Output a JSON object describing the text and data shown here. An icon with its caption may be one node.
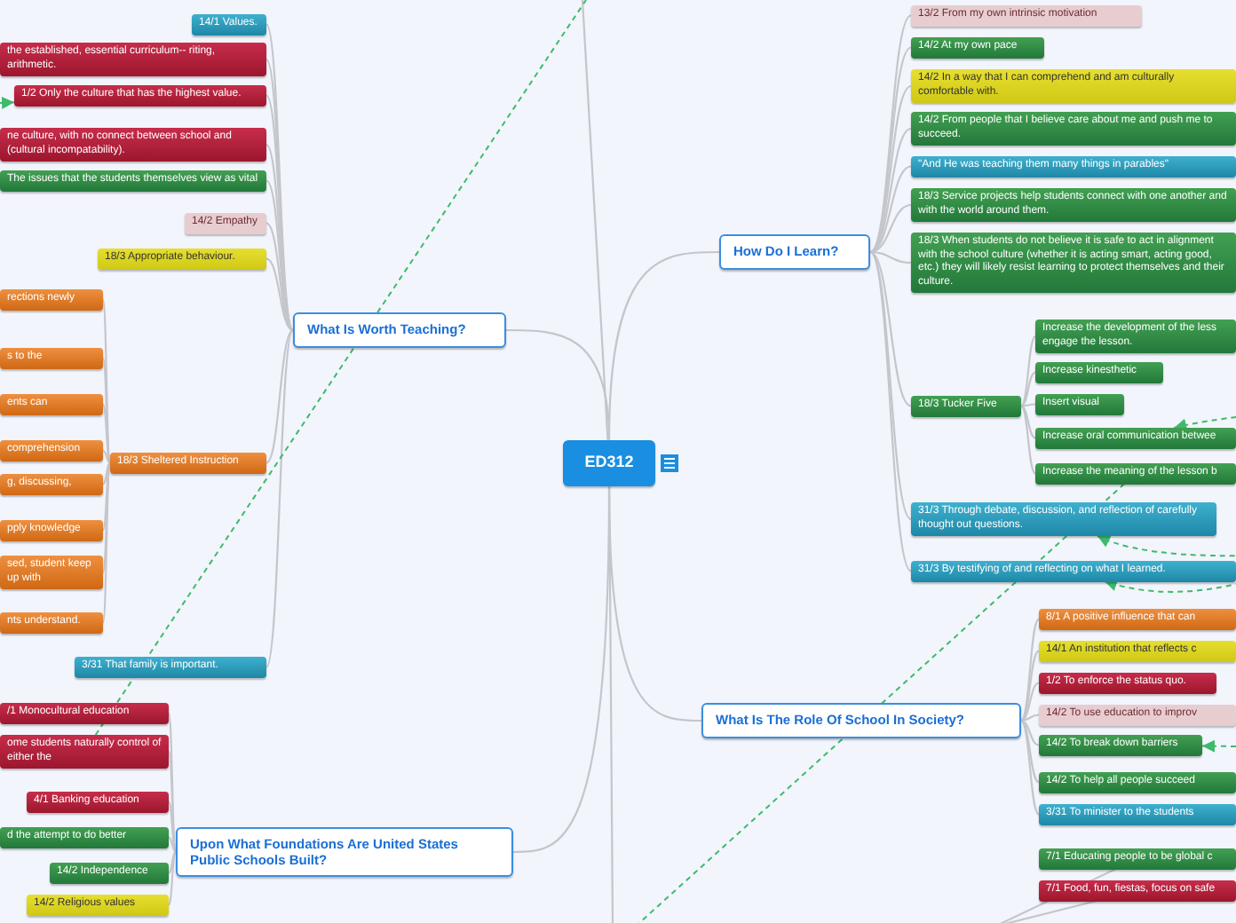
{
  "diagram": {
    "nodes": [
      {
        "text": [
          "ED312"
        ]
      },
      {
        "text": [
          "What Is Worth Teaching?"
        ]
      },
      {
        "text": [
          "How Do I Learn?"
        ]
      },
      {
        "text": [
          "What Is The Role Of School In Society?"
        ]
      },
      {
        "text": [
          "Upon What Foundations Are United States Public Schools Built?"
        ]
      },
      {
        "text": [
          "14/1 Values."
        ]
      },
      {
        "text": [
          "the established, essential curriculum-- riting, arithmetic."
        ]
      },
      {
        "text": [
          "1/2 Only the culture that has the highest value."
        ]
      },
      {
        "text": [
          "ne culture, with no connect between school and (cultural incompatability)."
        ]
      },
      {
        "text": [
          "The issues that the students themselves view as vital"
        ]
      },
      {
        "text": [
          "14/2 Empathy"
        ]
      },
      {
        "text": [
          "18/3 Appropriate behaviour."
        ]
      },
      {
        "text": [
          "18/3 Sheltered Instruction"
        ]
      },
      {
        "text": [
          "rections newly"
        ]
      },
      {
        "text": [
          "s to the"
        ]
      },
      {
        "text": [
          "ents can"
        ]
      },
      {
        "text": [
          "comprehension"
        ]
      },
      {
        "text": [
          "g, discussing,"
        ]
      },
      {
        "text": [
          "pply knowledge"
        ]
      },
      {
        "text": [
          "sed, student keep up with"
        ]
      },
      {
        "text": [
          "nts understand."
        ]
      },
      {
        "text": [
          "3/31 That family is important."
        ]
      },
      {
        "text": [
          "/1 Monocultural education"
        ]
      },
      {
        "text": [
          "ome students naturally control of either the"
        ]
      },
      {
        "text": [
          "4/1 Banking education"
        ]
      },
      {
        "text": [
          "d the attempt to do better"
        ]
      },
      {
        "text": [
          "14/2 Independence"
        ]
      },
      {
        "text": [
          "14/2 Religious values"
        ]
      },
      {
        "text": [
          "13/2 From my own intrinsic motivation"
        ]
      },
      {
        "text": [
          "14/2 At my own pace"
        ]
      },
      {
        "text": [
          "14/2 In a way that I can comprehend  and am culturally comfortable with."
        ]
      },
      {
        "text": [
          "14/2 From people that I believe care about me and push me to succeed."
        ]
      },
      {
        "text": [
          "\"And He was teaching them many things in parables\""
        ]
      },
      {
        "text": [
          "18/3 Service projects help students connect with one another and with the world around them."
        ]
      },
      {
        "text": [
          "18/3 When students do not believe it is safe to act in alignment with the school culture (whether it is acting smart, acting good, etc.) they will likely resist learning to protect themselves and their culture."
        ]
      },
      {
        "text": [
          "18/3 Tucker Five"
        ]
      },
      {
        "text": [
          "Increase the development of the less engage the lesson."
        ]
      },
      {
        "text": [
          "Increase kinesthetic"
        ]
      },
      {
        "text": [
          "Insert visual"
        ]
      },
      {
        "text": [
          "Increase oral communication betwee"
        ]
      },
      {
        "text": [
          "Increase the meaning of the lesson b"
        ]
      },
      {
        "text": [
          "31/3 Through debate, discussion, and reflection of carefully thought out questions."
        ]
      },
      {
        "text": [
          "31/3 By testifying of and reflecting on what I learned."
        ]
      },
      {
        "text": [
          "8/1 A positive influence that can"
        ]
      },
      {
        "text": [
          "14/1 An institution that reflects c"
        ]
      },
      {
        "text": [
          "1/2 To enforce the status quo."
        ]
      },
      {
        "text": [
          "14/2 To use education to improv"
        ]
      },
      {
        "text": [
          "14/2 To break down barriers"
        ]
      },
      {
        "text": [
          "14/2 To help all people succeed"
        ]
      },
      {
        "text": [
          "3/31 To minister to the students"
        ]
      },
      {
        "text": [
          "7/1 Educating people to be global c"
        ]
      },
      {
        "text": [
          "7/1 Food, fun, fiestas, focus on safe"
        ]
      }
    ],
    "edges": [
      {
        "from": 0,
        "to": 1,
        "arrow": "none"
      },
      {
        "from": 0,
        "to": 2,
        "arrow": "none"
      },
      {
        "from": 0,
        "to": 3,
        "arrow": "none"
      },
      {
        "from": 0,
        "to": 4,
        "arrow": "none"
      },
      {
        "from": 0,
        "to": null,
        "arrow": "none"
      },
      {
        "from": 0,
        "to": null,
        "arrow": "none"
      },
      {
        "from": 1,
        "to": 5,
        "arrow": "none"
      },
      {
        "from": 1,
        "to": 6,
        "arrow": "none"
      },
      {
        "from": 1,
        "to": 7,
        "arrow": "none"
      },
      {
        "from": 1,
        "to": 8,
        "arrow": "none"
      },
      {
        "from": 1,
        "to": 9,
        "arrow": "none"
      },
      {
        "from": 1,
        "to": 10,
        "arrow": "none"
      },
      {
        "from": 1,
        "to": 11,
        "arrow": "none"
      },
      {
        "from": 1,
        "to": 12,
        "arrow": "none"
      },
      {
        "from": 1,
        "to": 21,
        "arrow": "none"
      },
      {
        "from": 12,
        "to": 13,
        "arrow": "none"
      },
      {
        "from": 12,
        "to": 14,
        "arrow": "none"
      },
      {
        "from": 12,
        "to": 15,
        "arrow": "none"
      },
      {
        "from": 12,
        "to": 16,
        "arrow": "none"
      },
      {
        "from": 12,
        "to": 17,
        "arrow": "none"
      },
      {
        "from": 12,
        "to": 18,
        "arrow": "none"
      },
      {
        "from": 12,
        "to": 19,
        "arrow": "none"
      },
      {
        "from": 12,
        "to": 20,
        "arrow": "none"
      },
      {
        "from": 4,
        "to": 22,
        "arrow": "none"
      },
      {
        "from": 4,
        "to": 23,
        "arrow": "none"
      },
      {
        "from": 4,
        "to": 24,
        "arrow": "none"
      },
      {
        "from": 4,
        "to": 25,
        "arrow": "none"
      },
      {
        "from": 4,
        "to": 26,
        "arrow": "none"
      },
      {
        "from": 4,
        "to": 27,
        "arrow": "none"
      },
      {
        "from": 2,
        "to": 28,
        "arrow": "none"
      },
      {
        "from": 2,
        "to": 29,
        "arrow": "none"
      },
      {
        "from": 2,
        "to": 30,
        "arrow": "none"
      },
      {
        "from": 2,
        "to": 31,
        "arrow": "none"
      },
      {
        "from": 2,
        "to": 32,
        "arrow": "none"
      },
      {
        "from": 2,
        "to": 33,
        "arrow": "none"
      },
      {
        "from": 2,
        "to": 34,
        "arrow": "none"
      },
      {
        "from": 2,
        "to": 35,
        "arrow": "none"
      },
      {
        "from": 2,
        "to": 41,
        "arrow": "none"
      },
      {
        "from": 2,
        "to": 42,
        "arrow": "none"
      },
      {
        "from": 35,
        "to": 36,
        "arrow": "none"
      },
      {
        "from": 35,
        "to": 37,
        "arrow": "none"
      },
      {
        "from": 35,
        "to": 38,
        "arrow": "none"
      },
      {
        "from": 35,
        "to": 39,
        "arrow": "none"
      },
      {
        "from": 35,
        "to": 40,
        "arrow": "none"
      },
      {
        "from": 3,
        "to": 43,
        "arrow": "none"
      },
      {
        "from": 3,
        "to": 44,
        "arrow": "none"
      },
      {
        "from": 3,
        "to": 45,
        "arrow": "none"
      },
      {
        "from": 3,
        "to": 46,
        "arrow": "none"
      },
      {
        "from": 3,
        "to": 47,
        "arrow": "none"
      },
      {
        "from": 3,
        "to": 48,
        "arrow": "none"
      },
      {
        "from": 3,
        "to": 49,
        "arrow": "none"
      },
      {
        "from": null,
        "to": 50,
        "arrow": "none"
      },
      {
        "from": null,
        "to": 51,
        "arrow": "none"
      },
      {
        "from": null,
        "to": 7,
        "arrow": "to",
        "style": "dashed",
        "color": "#3dbb6b"
      },
      {
        "from": 23,
        "to": null,
        "arrow": "none",
        "style": "dashed",
        "color": "#3dbb6b"
      },
      {
        "from": 40,
        "to": null,
        "arrow": "none",
        "style": "dashed",
        "color": "#3dbb6b"
      },
      {
        "from": null,
        "to": 47,
        "arrow": "to",
        "style": "dashed",
        "color": "#3dbb6b"
      },
      {
        "from": null,
        "to": 39,
        "arrow": "to",
        "style": "dashed",
        "color": "#3dbb6b"
      },
      {
        "from": null,
        "to": 41,
        "arrow": "to",
        "style": "dashed",
        "color": "#3dbb6b"
      },
      {
        "from": null,
        "to": 42,
        "arrow": "to",
        "style": "dashed",
        "color": "#3dbb6b"
      }
    ]
  }
}
